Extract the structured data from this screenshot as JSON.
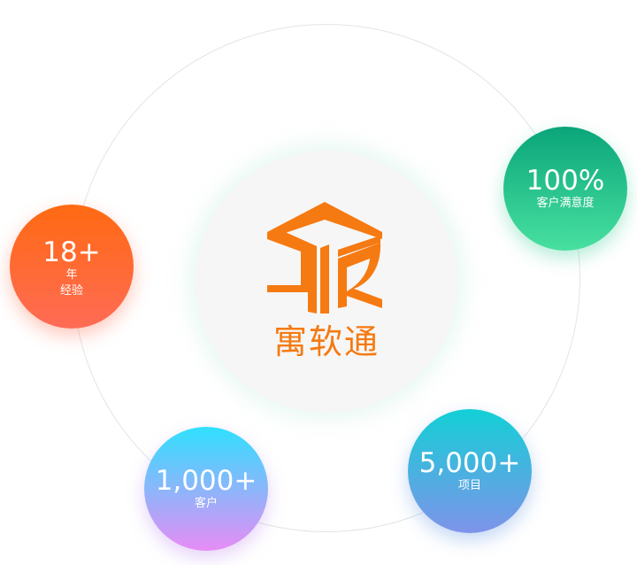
{
  "brand": {
    "name": "寓软通",
    "logo_icon": "cube-logo-icon",
    "color": "#f57a12"
  },
  "stats": {
    "years": {
      "value": "18+",
      "label_line1": "年",
      "label_line2": "经验"
    },
    "satisfaction": {
      "value": "100%",
      "label": "客户满意度"
    },
    "clients": {
      "value": "1,000+",
      "label": "客户"
    },
    "projects": {
      "value": "5,000+",
      "label": "项目"
    }
  },
  "colors": {
    "years_gradient": [
      "#ff6a12",
      "#ff6b55"
    ],
    "satisfaction_gradient": [
      "#0aa57a",
      "#48e0a0"
    ],
    "clients_gradient": [
      "#2fe0ff",
      "#e78cf5"
    ],
    "projects_gradient": [
      "#12d0d6",
      "#7f93ea"
    ]
  }
}
